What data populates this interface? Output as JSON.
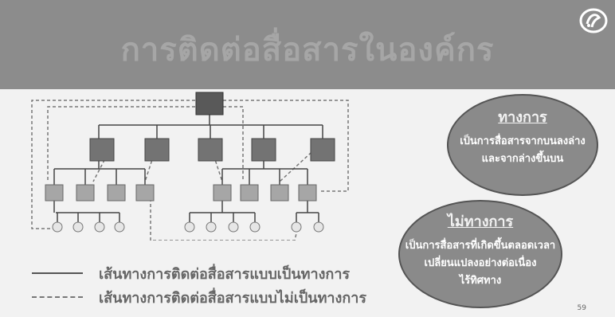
{
  "slide": {
    "title": "การติดต่อสื่อสารในองค์กร",
    "page_number": "59"
  },
  "formal": {
    "heading": "ทางการ",
    "lines": [
      "เป็นการสื่อสารจากบนลงล่าง",
      "และจากล่างขึ้นบน"
    ]
  },
  "informal": {
    "heading": "ไม่ทางการ",
    "lines": [
      "เป็นการสื่อสารที่เกิดขึ้นตลอดเวลา",
      "เปลี่ยนแปลงอย่างต่อเนื่อง",
      "ไร้ทิศทาง"
    ]
  },
  "legend": {
    "solid_label": "เส้นทางการติดต่อสื่อสารแบบเป็นทางการ",
    "dashed_label": "เส้นทางการติดต่อสื่อสารแบบไม่เป็นทางการ"
  },
  "colors": {
    "header": "#8c8c8c",
    "box_dark": "#595959",
    "box_mid": "#737373",
    "box_light": "#a6a6a6",
    "node_circle": "#e6e6e6",
    "ellipse": "#8a8a8a"
  }
}
